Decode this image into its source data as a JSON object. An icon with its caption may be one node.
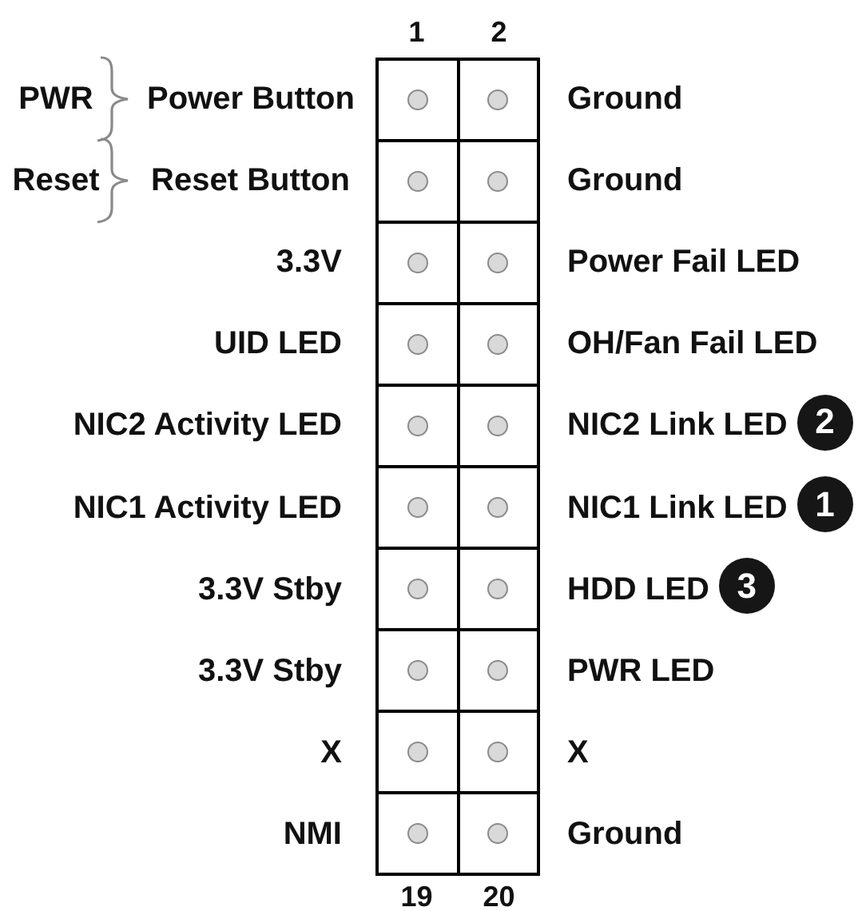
{
  "diagram": {
    "labels": [
      "1",
      "2",
      "PWR",
      "Power Button",
      "Ground",
      "Reset",
      "Reset Button",
      "Ground",
      "3.3V",
      "Power Fail LED",
      "UID LED",
      "OH/Fan Fail LED",
      "NIC2 Activity LED",
      "NIC2 Link LED",
      "2",
      "NIC1 Activity LED",
      "NIC1 Link LED",
      "1",
      "3.3V Stby",
      "HDD LED",
      "3",
      "3.3V Stby",
      "PWR LED",
      "X",
      "X",
      "NMI",
      "Ground",
      "19",
      "20"
    ]
  }
}
